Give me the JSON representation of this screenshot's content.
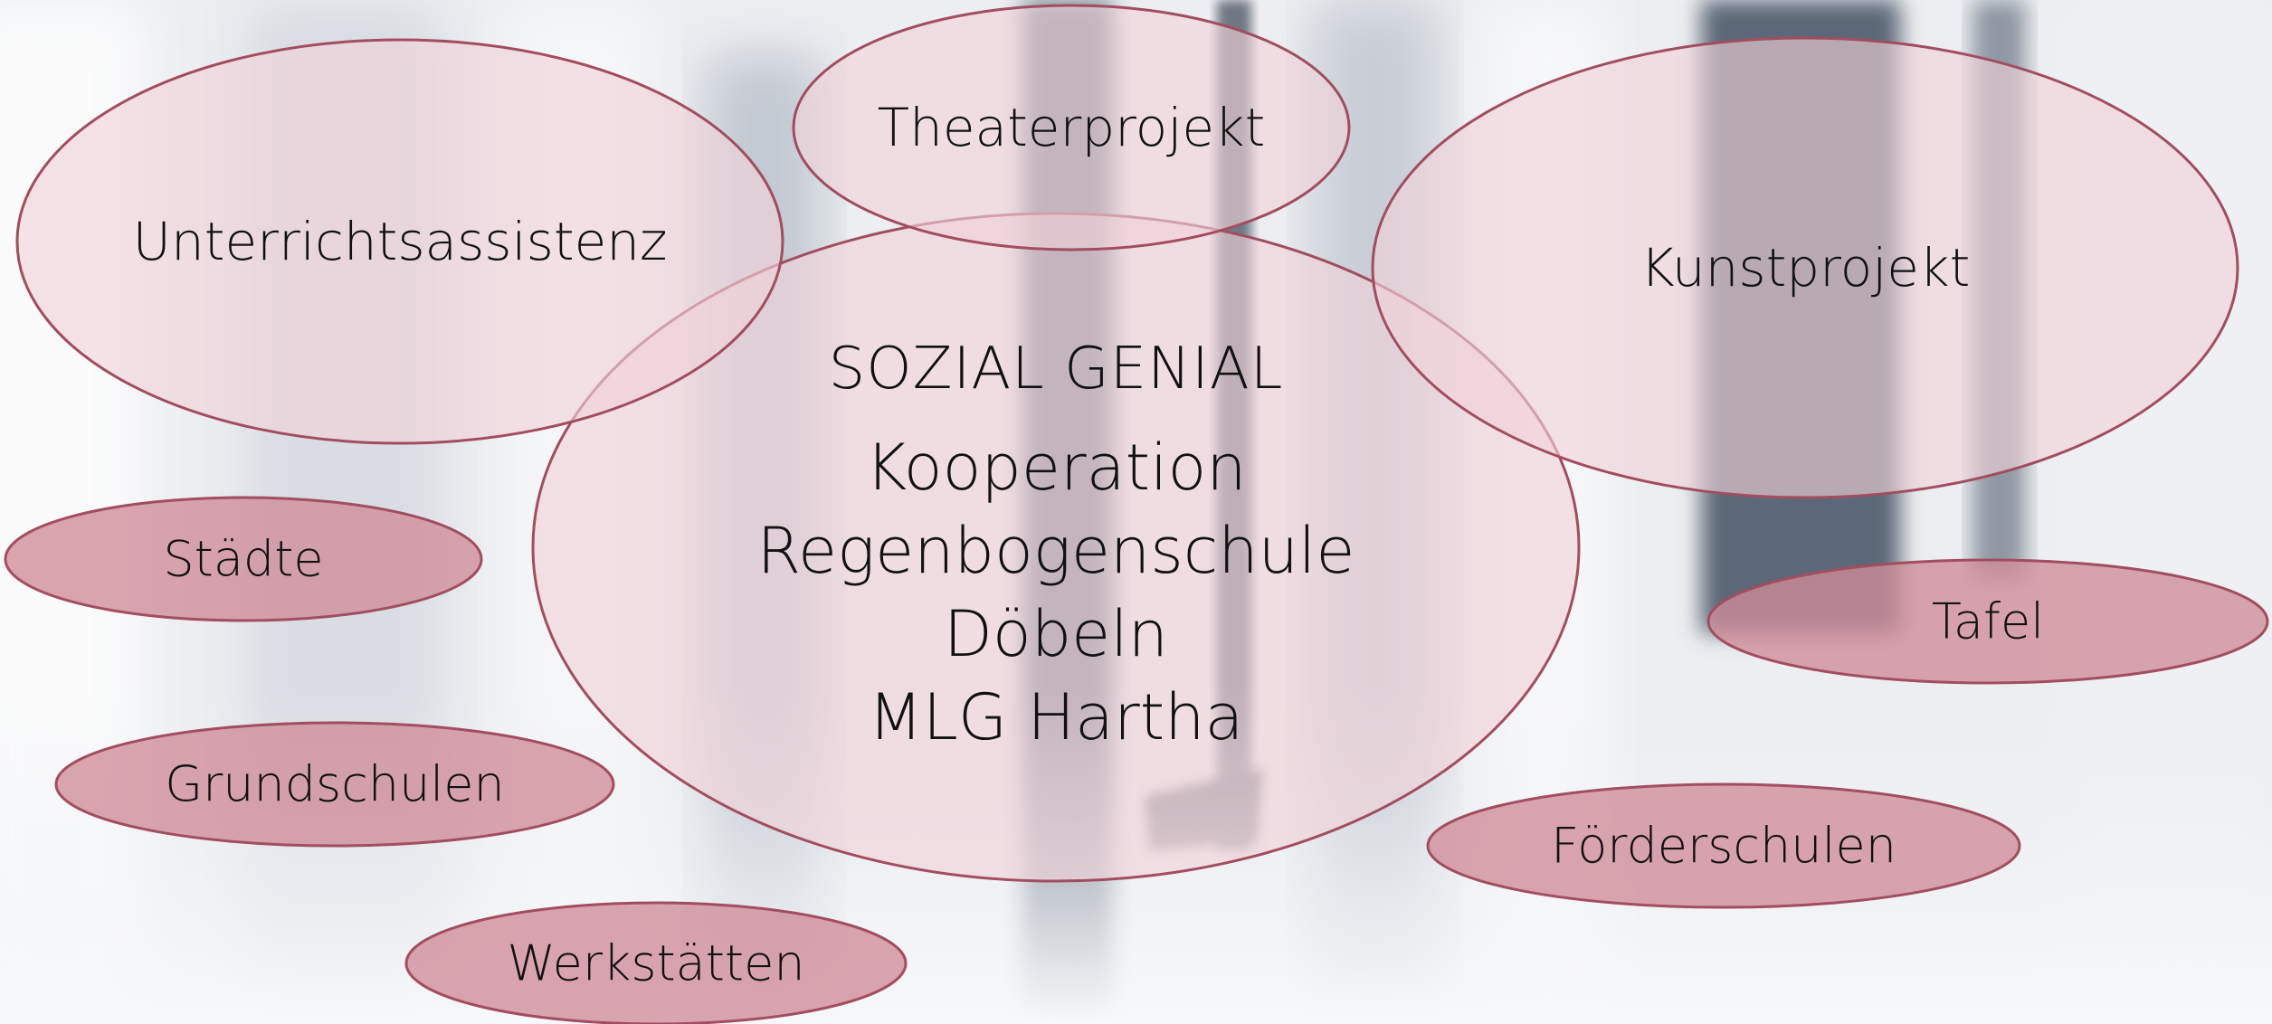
{
  "colors": {
    "ellipse_stroke": "#a24d60",
    "large_fill": "#f0d2d9",
    "small_fill": "#cf8c99",
    "text": "#111111"
  },
  "center": {
    "title": "SOZIAL GENIAL",
    "lines": [
      "Kooperation",
      "Regenbogenschule",
      "Döbeln",
      "MLG Hartha"
    ]
  },
  "nodes": {
    "theaterprojekt": "Theaterprojekt",
    "unterrichtsassistenz": "Unterrichtsassistenz",
    "kunstprojekt": "Kunstprojekt",
    "staedte": "Städte",
    "grundschulen": "Grundschulen",
    "werkstaetten": "Werkstätten",
    "tafel": "Tafel",
    "foerderschulen": "Förderschulen"
  }
}
